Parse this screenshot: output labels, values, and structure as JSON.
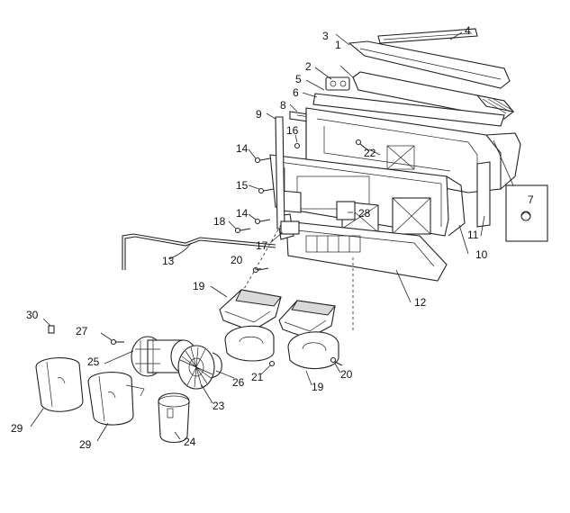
{
  "callouts": {
    "c1": "1",
    "c2": "2",
    "c3": "3",
    "c4": "4",
    "c5": "5",
    "c6": "6",
    "c7": "7",
    "c8": "8",
    "c9": "9",
    "c10": "10",
    "c11": "11",
    "c12": "12",
    "c13": "13",
    "c14a": "14",
    "c14b": "14",
    "c15": "15",
    "c16": "16",
    "c17": "17",
    "c18": "18",
    "c19a": "19",
    "c19b": "19",
    "c20a": "20",
    "c20b": "20",
    "c21": "21",
    "c22": "22",
    "c23": "23",
    "c24": "24",
    "c25": "25",
    "c26": "26",
    "c27": "27",
    "c28": "28",
    "c29a": "29",
    "c29b": "29",
    "c30": "30"
  }
}
